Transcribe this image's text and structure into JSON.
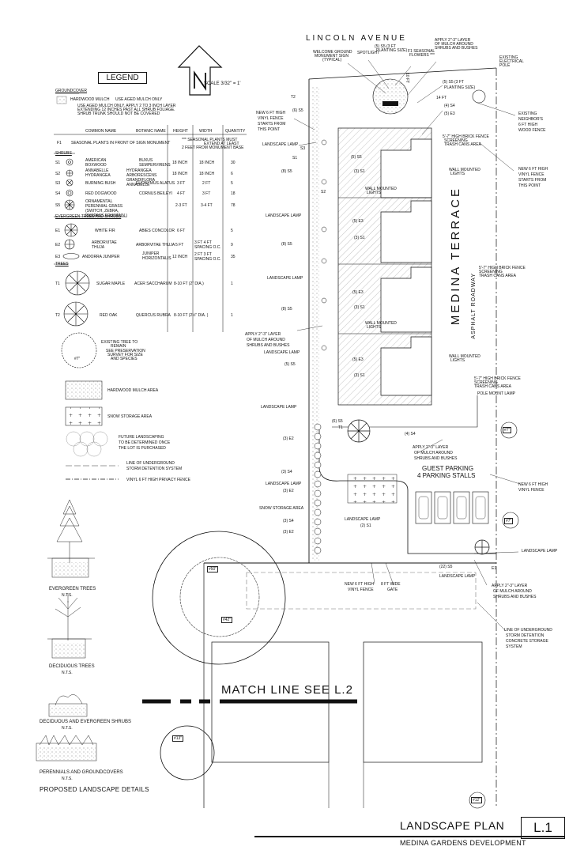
{
  "legend": {
    "title": "LEGEND",
    "scale": "SCALE 3/32\" = 1'",
    "groundcover_header": "GROUNDCOVER",
    "mulch_name": "HARDWOOD MULCH",
    "mulch_note1": "USE AGED MULCH ONLY",
    "mulch_note2": "USE AGED MULCH ONLY. APPLY 2 TO 3 INCH LAYER",
    "mulch_note3": "EXTENDING 12 INCHES PAST ALL SHRUB FOLIAGE.",
    "mulch_note4": "SHRUB TRUNK SHOULD NOT BE COVERED",
    "col_common": "COMMON NAME",
    "col_botanic": "BOTANIC NAME",
    "col_height": "HEIGHT",
    "col_width": "WIDTH",
    "col_quantity": "QUANTITY",
    "f1_code": "F1",
    "f1_name": "SEASONAL PLANTS IN FRONT OF SIGN MONUMENT",
    "f1_note1": "*** SEASONAL PLANTS MUST",
    "f1_note2": "EXTEND AT LEAST",
    "f1_note3": "2 FEET FROM MONUMENT BASE",
    "shrubs_header": "SHRUBS",
    "evergreen_header": "EVERGREEN TREES AND SHRUBS",
    "trees_header": "TREES",
    "rows": [
      {
        "code": "S1",
        "common": "AMERICAN BOXWOOD",
        "botanic": "BUXUS SEMPERVIRENS",
        "height": "18 INCH",
        "width": "18 INCH",
        "qty": "30"
      },
      {
        "code": "S2",
        "common": "ANNABELLE HYDRANGEA",
        "botanic": "HYDRANGEA ARBORESCENS GRANDIFLORA ANNABELLE",
        "height": "18 INCH",
        "width": "18 INCH",
        "qty": "6"
      },
      {
        "code": "S3",
        "common": "BURNING BUSH",
        "botanic": "EUONYMUS ALATUS",
        "height": "3 FT",
        "width": "2 FT",
        "qty": "5"
      },
      {
        "code": "S4",
        "common": "RED DOGWOOD",
        "botanic": "CORNUS BEILEYI",
        "height": "4 FT",
        "width": "3 FT",
        "qty": "18"
      },
      {
        "code": "S5",
        "common": "ORNAMENTAL PERENNIAL GRASS (SWITCH, ZEBRA, PAMPASS FOUNTAIN )",
        "botanic": "",
        "height": "2-3 FT",
        "width": "3-4 FT",
        "qty": "78"
      },
      {
        "code": "E1",
        "common": "WHITE FIR",
        "botanic": "ABIES CONCOLOR",
        "height": "6 FT",
        "width": "",
        "qty": "5"
      },
      {
        "code": "E2",
        "common": "ARBORVITAE THUJA",
        "botanic": "ARBORVITAE THUJA",
        "height": "5 FT",
        "width": "3 FT 4 FT SPACING O.C.",
        "qty": "9"
      },
      {
        "code": "E3",
        "common": "ANDORRA JUNIPER",
        "botanic": "JUNIPER HORIZONTALIS",
        "height": "12 INCH",
        "width": "2 FT 3 FT SPACING O.C.",
        "qty": "35"
      },
      {
        "code": "T1",
        "common": "SUGAR MAPLE",
        "botanic": "ACER SACCHARUM",
        "height": "8-10 FT (2\" DIA.)",
        "width": "",
        "qty": "1"
      },
      {
        "code": "T2",
        "common": "RED OAK",
        "botanic": "QUERCUS RUBRA",
        "height": "8-10 FT (2½\" DIA. )",
        "width": "",
        "qty": "1"
      }
    ],
    "existing_tree1": "EXISTING TREE TO",
    "existing_tree2": "REMAIN",
    "existing_tree3": "SEE PRESERVATION",
    "existing_tree4": "SURVEY FOR SIZE",
    "existing_tree5": "AND SPECIES",
    "existing_tree_tag": "#7\"",
    "hardwood_area": "HARDWOOD MULCH AREA",
    "snow_area": "SNOW STORAGE AREA",
    "future1": "FUTURE LANDSCAPING",
    "future2": "TO BE DETERMINED ONCE",
    "future3": "THE LOT IS PURCHASED",
    "underground1": "LINE OF UNDERGROUND",
    "underground2": "STORM DETENTION SYSTEM",
    "vinyl_fence": "VINYL 6 FT HIGH PRIVACY FENCE"
  },
  "details": {
    "evergreen": "EVERGREEN TREES",
    "deciduous": "DECIDUOUS TREES",
    "shrubs": "DECIDUOUS AND EVERGREEN SHRUBS",
    "perennials": "PERENNIALS AND GROUNDCOVERS",
    "nts": "N.T.S.",
    "title": "PROPOSED LANDSCAPE DETAILS"
  },
  "plan": {
    "lincoln": "LINCOLN  AVENUE",
    "medina_terrace": "MEDINA TERRACE",
    "asphalt": "ASPHALT ROADWAY",
    "match_line": "MATCH LINE  SEE L.2",
    "guest_parking1": "GUEST PARKING",
    "guest_parking2": "4 PARKING STALLS",
    "welcome_sign1": "WELCOME GROUND",
    "welcome_sign2": "MONUMENT SIGN",
    "welcome_sign3": "(TYPICAL)",
    "spotlight": "SPOTLIGHT",
    "f1_flowers1": "F1 SEASONAL",
    "f1_flowers2": "FLOWERS ***",
    "ten_ft": "10 FT",
    "s5_top_a": "(5) S5 (3 FT",
    "s5_top_b": "PLANTING SIZE)",
    "apply_top1": "APPLY 2\"-3\" LAYER",
    "apply_top2": "OF MULCH AROUND",
    "apply_top3": "SHRUBS AND BUSHES",
    "existing_pole1": "EXISTING",
    "existing_pole2": "ELECTRICAL",
    "existing_pole3": "POLE",
    "s5_r_a": "(5) S5 (3 FT",
    "s5_r_b": "PLANTING SIZE)",
    "fourteen_ft": "14 FT",
    "four_s4": "(4) S4",
    "five_e3": "(5) E3",
    "brick_fence1": "5'-7\" HIGH BRICK FENCE",
    "brick_fence2": "SCREENING",
    "brick_fence3": "TRASH CANS AREA",
    "neighbor1": "EXISTING",
    "neighbor2": "NEIGHBOR'S",
    "neighbor3": "6 FT HIGH",
    "neighbor4": "WOOD FENCE",
    "new_fence_r1": "NEW 6 FT HIGH",
    "new_fence_r2": "VINYL FENCE",
    "new_fence_r3": "STARTS FROM",
    "new_fence_r4": "THIS POINT",
    "new_fence_l1": "NEW 6 FT HIGH",
    "new_fence_l2": "VINYL FENCE",
    "new_fence_l3": "STARTS FROM",
    "new_fence_l4": "THIS POINT",
    "landscape_lamp": "LANDSCAPE LAMP",
    "wall_lights1": "WALL MOUNTED",
    "wall_lights2": "LIGHTS",
    "pole_lamp": "POLE MOUNT LAMP",
    "apply_mid1": "APPLY 2\"-3\" LAYER",
    "apply_mid2": "OF MULCH AROUND",
    "apply_mid3": "SHRUBS AND BUSHES",
    "apply_left1": "APPLY 2\"-3\" LAYER",
    "apply_left2": "OF MULCH AROUND",
    "apply_left3": "SHRUBS AND BUSHES",
    "apply_br1": "APPLY 2\"-3\" LAYER",
    "apply_br2": "OF MULCH AROUND",
    "apply_br3": "SHRUBS AND BUSHES",
    "new_fence_mid1": "NEW 6 FT HIGH",
    "new_fence_mid2": "VINYL FENCE",
    "new_fence_bot1": "NEW 6 FT HIGH",
    "new_fence_bot2": "VINYL FENCE",
    "gate1": "8 FT WIDE",
    "gate2": "GATE",
    "snow_storage": "SNOW STORAGE AREA",
    "underground_r1": "LINE OF UNDERGROUND",
    "underground_r2": "STORM DETENTION",
    "underground_r3": "CONCRETE STORAGE",
    "underground_r4": "SYSTEM",
    "tree_50": "#50\"",
    "tree_42": "#42\"",
    "tree_13": "#13\"",
    "tree_7a": "#7\"",
    "tree_7b": "#7\"",
    "tree_12": "#12\"",
    "tag_t2": "T2",
    "tag_t1": "T1",
    "tag_e1": "E1",
    "tag_s3a": "S3",
    "tag_s1": "S1",
    "tag_s2": "S2",
    "tag_8s5": "(8) S5",
    "tag_6s5": "(6) S5",
    "tag_5s5": "(5) S5",
    "tag_3s1": "(3) S1",
    "tag_3e2": "(3) E2",
    "tag_3s4": "(3) S4",
    "tag_2s1": "(2) S1",
    "tag_22s5": "(22) S5",
    "tag_4s4": "(4) S4",
    "tag_5e3": "(5) E3"
  },
  "titleblock": {
    "plan_title": "LANDSCAPE PLAN",
    "project": "MEDINA GARDENS DEVELOPMENT",
    "sheet": "L.1"
  }
}
